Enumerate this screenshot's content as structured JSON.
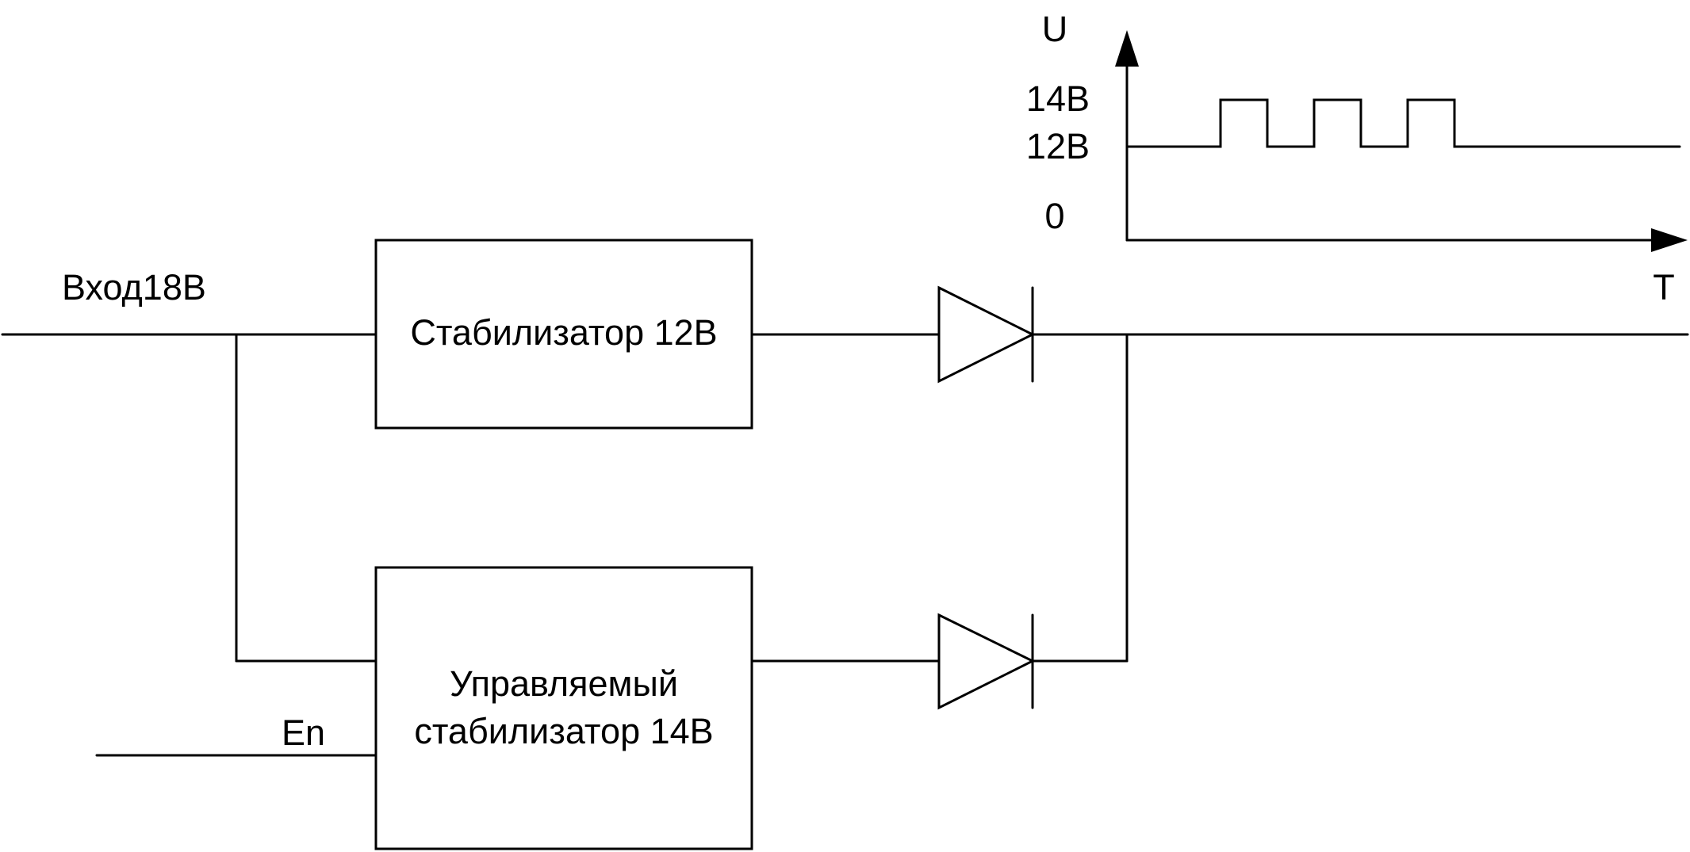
{
  "diagram": {
    "input_label": "Вход18В",
    "enable_label": "En",
    "block_12v": {
      "label": "Стабилизатор 12В"
    },
    "block_14v": {
      "label_line1": "Управляемый",
      "label_line2": "стабилизатор 14В"
    },
    "waveform": {
      "y_axis_label": "U",
      "x_axis_label": "T",
      "level_high": "14В",
      "level_mid": "12В",
      "level_zero": "0"
    }
  }
}
